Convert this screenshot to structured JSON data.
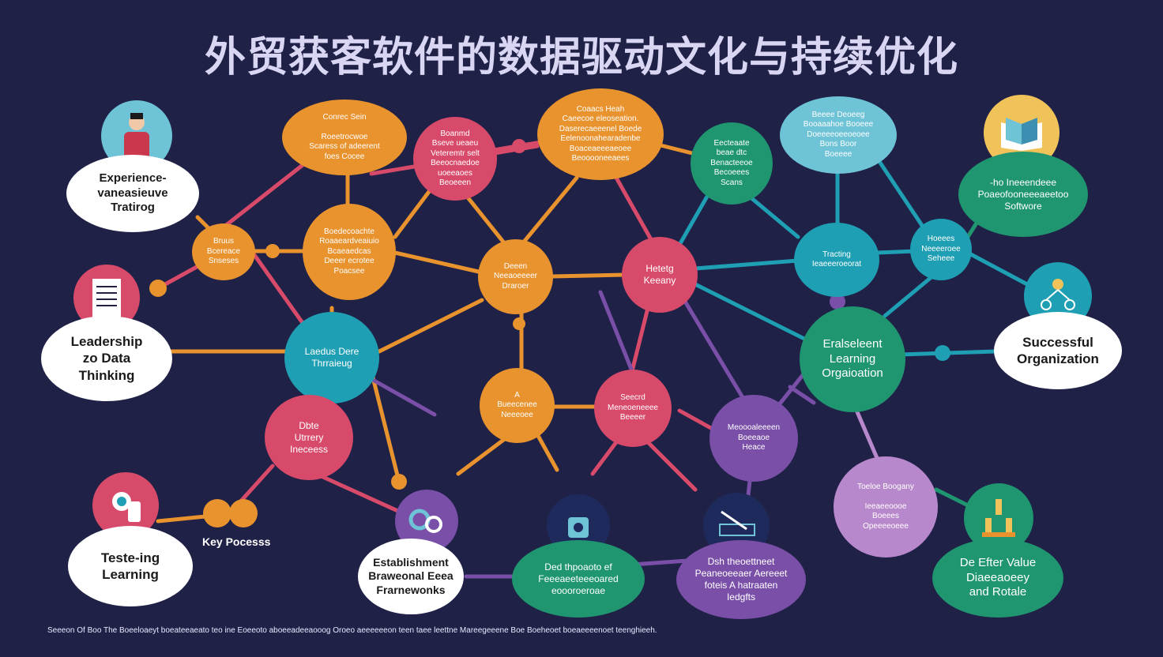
{
  "title": "外贸获客软件的数据驱动文化与持续优化",
  "nodes": {
    "experience": "Experience-\nvaneasieuve\nTratirog",
    "leadership": "Leadership\nzo Data\nThinking",
    "testing": "Teste-ing\nLearning",
    "small_left": "Bruus\nBcereace\nSnseses",
    "orange_top": "Conrec Sein\n\nRoeetrocwoe\nScaress of adeerent\nfoes Cocee",
    "orange_mid": "Boedecoachte\nRoaaeardveaiuio\nBcaeaedcas\nDeeer ecrotee\nPoacsee",
    "pink_top": "Boanmd\nBseve ueaeu\nVeteremtr selt\nBeeocnaedoe\nuoeeaoes\nBeoeeen",
    "orange_top_right": "Coaacs Heah\nCaeecoe eleoseation.\nDaserecaeeenel Boede\nEelenoonahearadenbe\nBoaceaeeeaeoee\nBeooooneeaees",
    "central_orange": "Deeen\nNeeaoeeeer\nDraroer",
    "teal_left": "Laedus Dere\nThrraieug",
    "pink_lower_left": "Dbte\nUtrrery\nIneceess",
    "orange_lower": "A\nBueecenee\nNeeeoee",
    "pink_center_right": "Hetetg\nKeeany",
    "pink_lower_center": "Seecrd\nMeneoeneeee\nBeeeer",
    "green_top": "Eecteaate\nbeae dtc\nBenacteeoe\nBecoeees\nScans",
    "teal_top_right": "Beeee Deoeeg\nBooaaahoe Booeee\nDoeeeeoeeoeoee\nBons Boor\nBoeeee",
    "teal_mid_right": "Tracting\nIeaeeeroeorat",
    "teal_small_right": "Hoeees\nNeeeeroee\nSeheee",
    "green_right_top": "-ho Ineeendeee\nPoaeofooneeeaeetoo\nSoftwore",
    "green_mid_right": "Eralseleent\nLearning\nOrgaioation",
    "purple_mid": "Meoooaleeeen\nBoeeaoe\nHeace",
    "successful": "Successful\nOrganization",
    "lilac": "Toeloe Boogany\n\nIeeaeeoooe\nBoeees\nOpeeeeoeee",
    "establishment": "Establishment\nBraweonal Eeea\nFrarnewonks",
    "green_bottom": "Ded thpoaoto ef\nFeeeaeeteeeoared\neoooroeroae",
    "purple_bottom": "Dsh theoettneet\nPeaneoeeaer Aereeet\nfoteis A hatraaten\nIedgfts",
    "green_bottom_right": "De Efter Value\nDiaeeaoeey\nand Rotale"
  },
  "labels": {
    "key_process": "Key Pocesss"
  },
  "footnote": "Seeeon Of Boo The Boeeloaeyt boeateeaeato teo ine Eoeeoto aboeeadeeaooog Oroeo aeeeeeeon teen taee leettne Mareegeeene Boe Boeheoet boeaeeeenoet teenghieeh.",
  "colors": {
    "background": "#1f2147",
    "orange": "#e8932e",
    "pink": "#d84a6a",
    "teal": "#1f9fb3",
    "green": "#1f9670",
    "purple": "#7a4fa8",
    "lilac": "#b888cc",
    "white": "#ffffff"
  }
}
